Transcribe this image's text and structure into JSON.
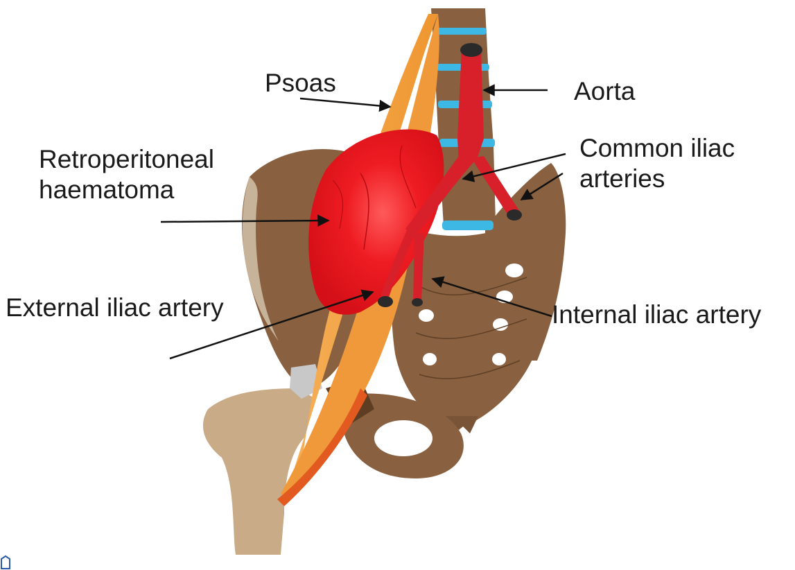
{
  "labels": {
    "psoas": "Psoas",
    "aorta": "Aorta",
    "common_iliac_line1": "Common iliac",
    "common_iliac_line2": "arteries",
    "retroperitoneal_line1": "Retroperitoneal",
    "retroperitoneal_line2": "haematoma",
    "external_iliac": "External iliac artery",
    "internal_iliac": "Internal iliac artery"
  },
  "colors": {
    "bone": "#8a6140",
    "bone_dark": "#6e4a2c",
    "femur": "#c9ab88",
    "psoas": "#f2a040",
    "haematoma": "#e8141e",
    "artery": "#d8202a",
    "disc": "#3db7e4",
    "cartilage": "#c8c8c8",
    "arrow": "#111111"
  }
}
